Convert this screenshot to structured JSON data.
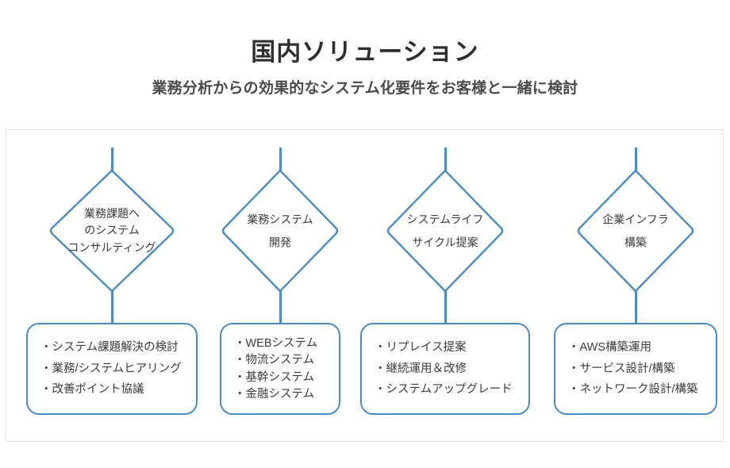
{
  "header": {
    "title": "国内ソリューション",
    "subtitle": "業務分析からの効果的なシステム化要件をお客様と一緒に検討"
  },
  "theme": {
    "accent_blue": "#4a8dc4",
    "panel_border": "#e2e2e2",
    "text_color": "#3c3c3c",
    "background": "#ffffff"
  },
  "columns": [
    {
      "diamond_label": "業務課題へ\nのシステム\nコンサルティング",
      "items": [
        "・システム課題解決の検討",
        "・業務/システムヒアリング",
        "・改善ポイント協議"
      ]
    },
    {
      "diamond_label": "業務システム\n開発",
      "items": [
        "・WEBシステム",
        "・物流システム",
        "・基幹システム",
        "・金融システム"
      ]
    },
    {
      "diamond_label": "システムライフ\nサイクル提案",
      "items": [
        "・リプレイス提案",
        "・継続運用＆改修",
        "・システムアップグレード"
      ]
    },
    {
      "diamond_label": "企業インフラ\n構築",
      "items": [
        "・AWS構築運用",
        "・サービス設計/構築",
        "・ネットワーク設計/構築"
      ]
    }
  ]
}
